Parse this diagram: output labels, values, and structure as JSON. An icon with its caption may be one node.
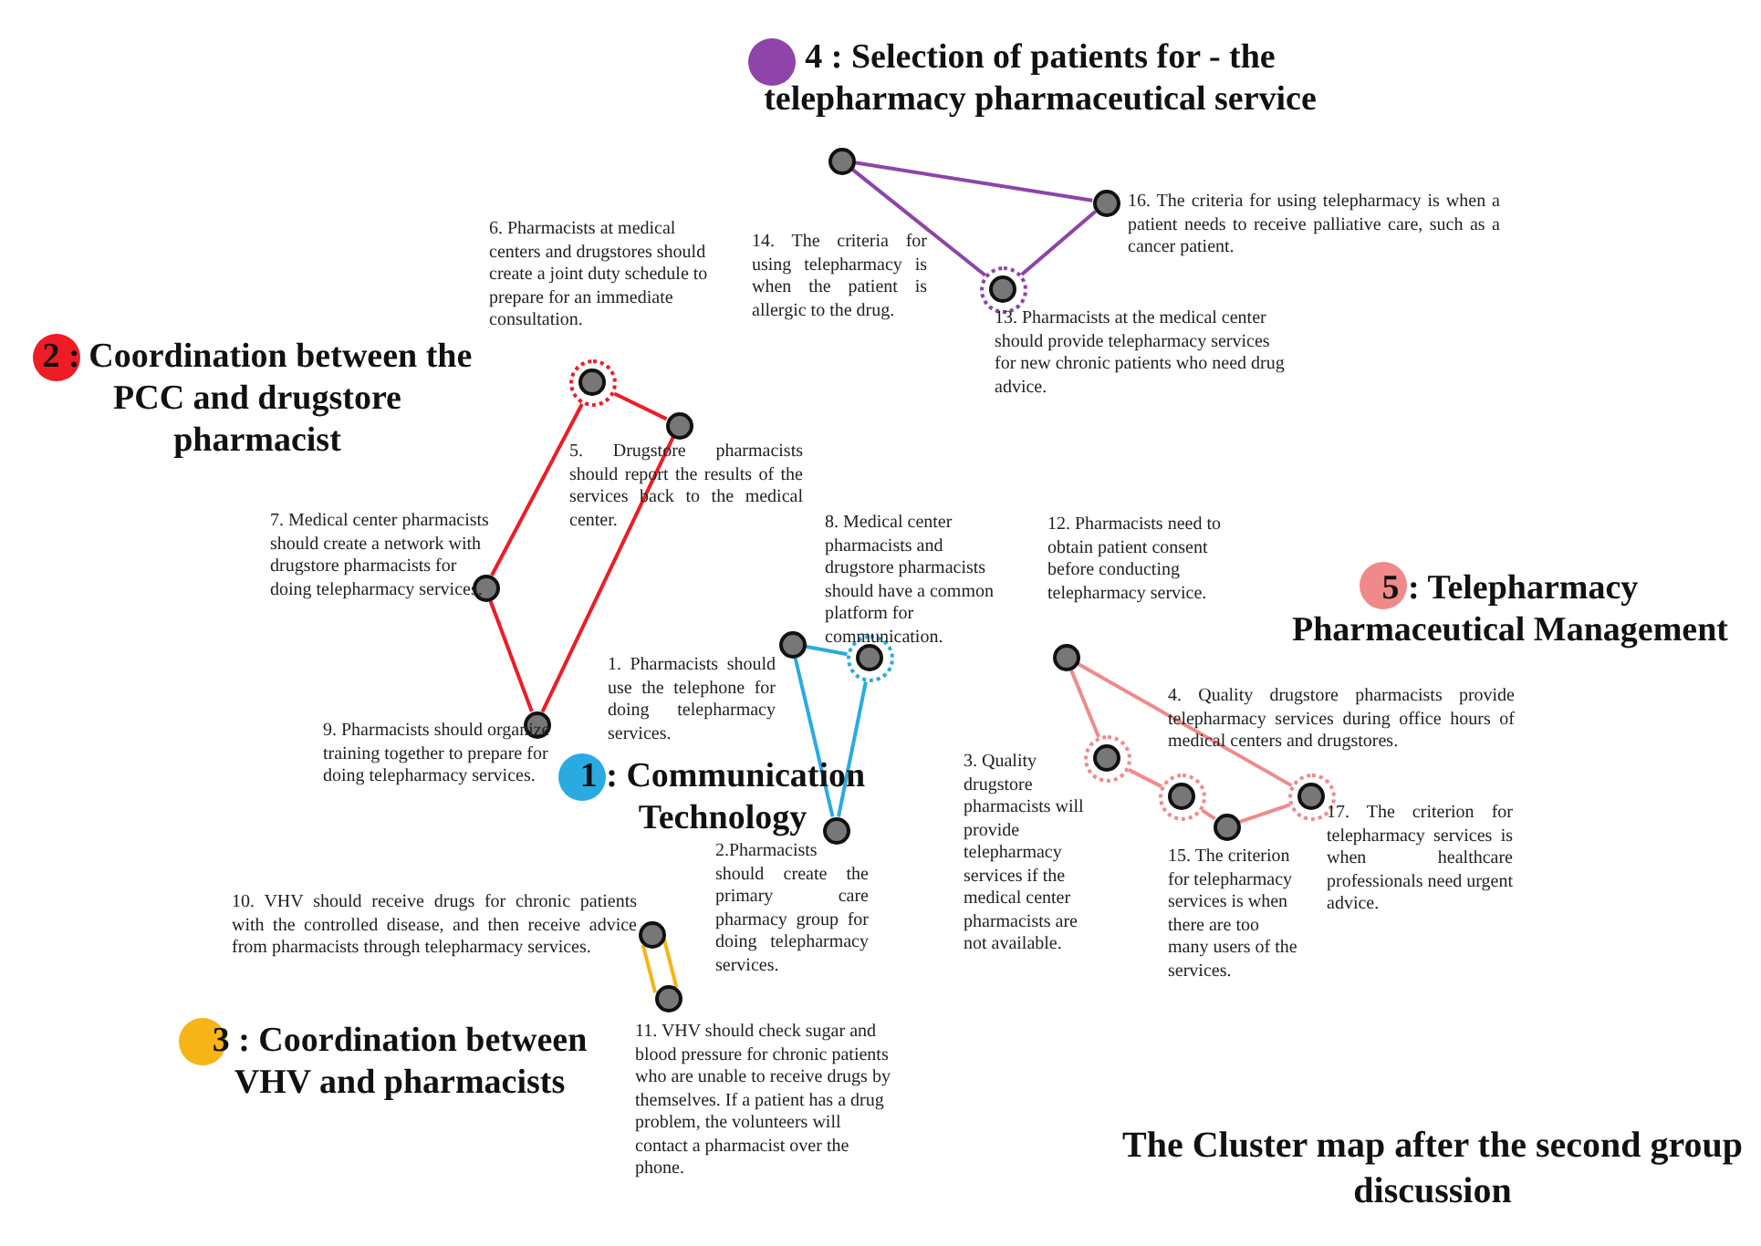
{
  "diagram": {
    "title": "The Cluster map after the second group discussion",
    "nodes": [
      {
        "text": [],
        "shape": "circle",
        "beside": [
          "1. Pharmacists should use the telephone for doing telepharmacy services."
        ]
      },
      {
        "text": [],
        "shape": "circle",
        "beside": [
          "2.Pharmacists should create the primary care pharmacy group for doing telepharmacy services."
        ]
      },
      {
        "text": [],
        "shape": "circle",
        "beside": [
          "3. Quality drugstore pharmacists will provide telepharmacy services if the medical center pharmacists are not available."
        ]
      },
      {
        "text": [],
        "shape": "circle",
        "beside": [
          "4. Quality drugstore pharmacists provide telepharmacy services during office hours of medical centers and drugstores."
        ]
      },
      {
        "text": [],
        "shape": "circle",
        "beside": [
          "5. Drugstore pharmacists should report the results of the services back to the medical center."
        ]
      },
      {
        "text": [],
        "shape": "circle",
        "beside": [
          "6. Pharmacists at medical centers and drugstores should create a joint duty schedule to prepare for an immediate consultation."
        ]
      },
      {
        "text": [],
        "shape": "circle",
        "beside": [
          "7. Medical center pharmacists should create a network with drugstore pharmacists for doing telepharmacy services."
        ]
      },
      {
        "text": [],
        "shape": "circle",
        "beside": [
          "8. Medical center pharmacists and drugstore pharmacists should have a common platform for communication."
        ]
      },
      {
        "text": [],
        "shape": "circle",
        "beside": [
          "9. Pharmacists should organize training together to prepare for doing telepharmacy services."
        ]
      },
      {
        "text": [],
        "shape": "circle",
        "beside": [
          "10. VHV should receive drugs for chronic patients with the controlled disease, and then receive advice from pharmacists through telepharmacy services."
        ]
      },
      {
        "text": [],
        "shape": "circle",
        "beside": [
          "11. VHV should check sugar and blood pressure for chronic patients who are unable to receive drugs by themselves. If a patient has a drug problem, the volunteers will contact a pharmacist over the phone."
        ]
      },
      {
        "text": [],
        "shape": "circle",
        "beside": [
          "12. Pharmacists need to obtain patient consent before conducting telepharmacy service."
        ]
      },
      {
        "text": [],
        "shape": "circle",
        "beside": [
          "13. Pharmacists at the medical center should provide telepharmacy services for new chronic patients who need drug advice."
        ]
      },
      {
        "text": [],
        "shape": "circle",
        "beside": [
          "14. The criteria for using telepharmacy is when the patient is allergic to the drug."
        ]
      },
      {
        "text": [],
        "shape": "circle",
        "beside": [
          "15. The criterion for telepharmacy services is when there are too many users of the services."
        ]
      },
      {
        "text": [],
        "shape": "circle",
        "beside": [
          "16. The criteria for using telepharmacy is when a patient needs to receive palliative care, such as a cancer patient."
        ]
      },
      {
        "text": [],
        "shape": "circle",
        "beside": [
          "17. The criterion for telepharmacy services is when healthcare professionals need urgent advice."
        ]
      }
    ],
    "edges": [
      {
        "from": 0,
        "to": 7,
        "arrow": "none",
        "color": "#29abe2"
      },
      {
        "from": 7,
        "to": 1,
        "arrow": "none",
        "color": "#29abe2"
      },
      {
        "from": 1,
        "to": 0,
        "arrow": "none",
        "color": "#29abe2"
      },
      {
        "from": 5,
        "to": 4,
        "arrow": "none",
        "color": "#ee1c25"
      },
      {
        "from": 4,
        "to": 8,
        "arrow": "none",
        "color": "#ee1c25"
      },
      {
        "from": 8,
        "to": 6,
        "arrow": "none",
        "color": "#ee1c25"
      },
      {
        "from": 6,
        "to": 5,
        "arrow": "none",
        "color": "#ee1c25"
      },
      {
        "from": 9,
        "to": 10,
        "arrow": "none",
        "color": "#f7b416"
      },
      {
        "from": 10,
        "to": 9,
        "arrow": "none",
        "color": "#f7b416"
      },
      {
        "from": 13,
        "to": 15,
        "arrow": "none",
        "color": "#8e44a8"
      },
      {
        "from": 15,
        "to": 12,
        "arrow": "none",
        "color": "#8e44a8"
      },
      {
        "from": 12,
        "to": 13,
        "arrow": "none",
        "color": "#8e44a8"
      },
      {
        "from": 11,
        "to": 2,
        "arrow": "none",
        "color": "#f08a8a"
      },
      {
        "from": 2,
        "to": 3,
        "arrow": "none",
        "color": "#f08a8a"
      },
      {
        "from": 3,
        "to": 14,
        "arrow": "none",
        "color": "#f08a8a"
      },
      {
        "from": 14,
        "to": 16,
        "arrow": "none",
        "color": "#f08a8a"
      },
      {
        "from": 16,
        "to": 11,
        "arrow": "none",
        "color": "#f08a8a"
      }
    ],
    "labels": [
      "4 : Selection of patients for - the telepharmacy pharmaceutical service",
      "2 : Coordination between the PCC and drugstore pharmacist",
      "5 : Telepharmacy Pharmaceutical Management",
      "1 : Communication Technology",
      "3 : Coordination between VHV and pharmacists"
    ]
  }
}
